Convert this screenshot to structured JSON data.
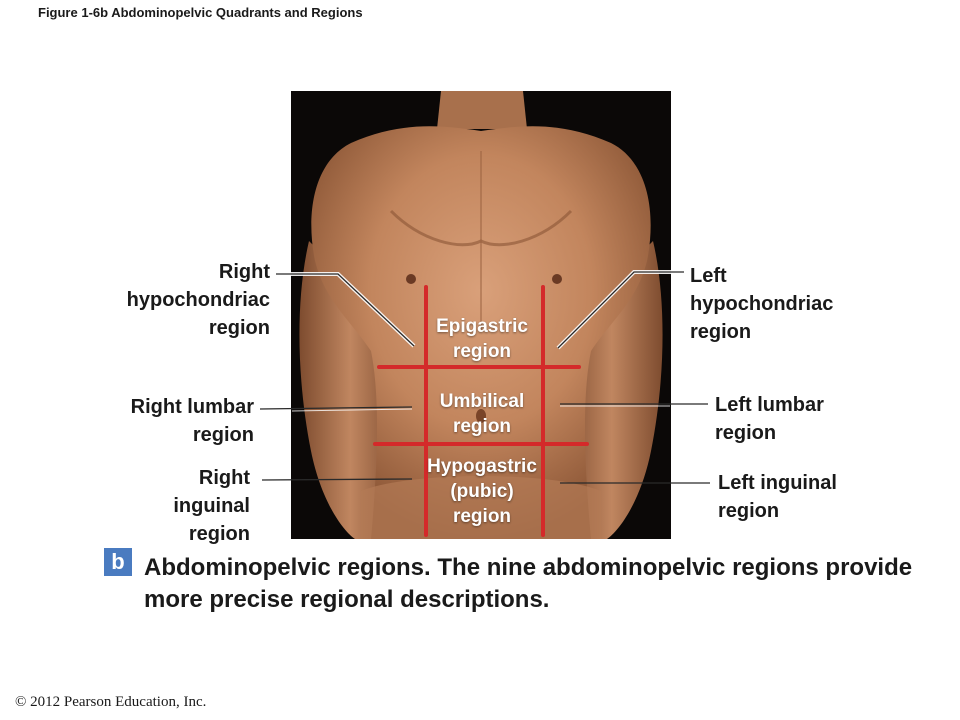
{
  "figure_title": "Figure 1-6b Abdominopelvic Quadrants and Regions",
  "labels": {
    "right_hypochondriac": "Right\nhypochondriac\nregion",
    "left_hypochondriac": "Left\nhypochondriac\nregion",
    "right_lumbar": "Right lumbar\nregion",
    "left_lumbar": "Left lumbar\nregion",
    "right_inguinal": "Right\ninguinal\nregion",
    "left_inguinal": "Left inguinal\nregion",
    "epigastric": "Epigastric\nregion",
    "umbilical": "Umbilical\nregion",
    "hypogastric": "Hypogastric\n(pubic)\nregion"
  },
  "panel_letter": "b",
  "caption": "Abdominopelvic regions. The nine abdominopelvic regions provide more precise regional descriptions.",
  "copyright": "© 2012 Pearson Education, Inc.",
  "colors": {
    "grid_lines": "#d42a2a",
    "badge": "#4a7bc0",
    "photo_background": "#0b0807",
    "skin": "#c58a63"
  }
}
